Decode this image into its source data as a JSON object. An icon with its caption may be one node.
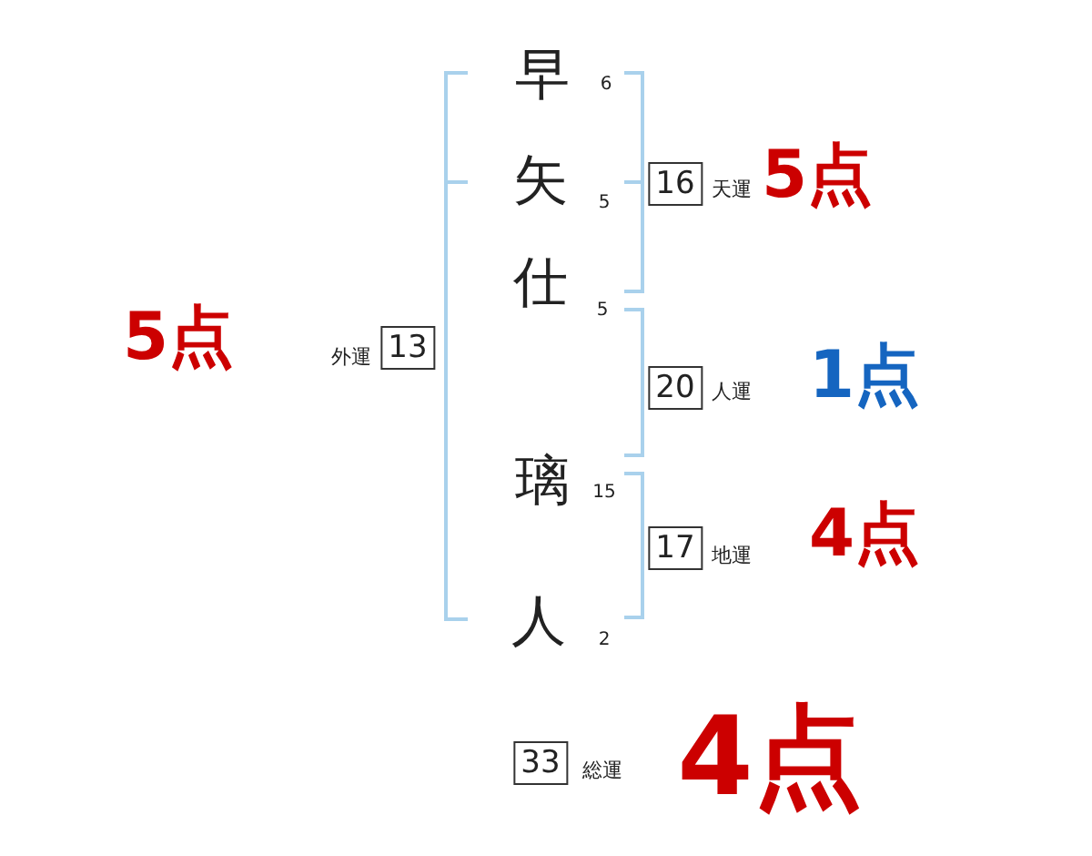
{
  "diagram": {
    "nodes": [
      {
        "text": [
          "16"
        ],
        "beside": [
          "天運",
          "5点"
        ]
      },
      {
        "text": [
          "13"
        ],
        "beside": [
          "外運",
          "5点"
        ]
      },
      {
        "text": [
          "20"
        ],
        "beside": [
          "人運",
          "1点"
        ]
      },
      {
        "text": [
          "17"
        ],
        "beside": [
          "地運",
          "4点"
        ]
      },
      {
        "text": [
          "33"
        ],
        "beside": [
          "総運",
          "4点"
        ]
      }
    ],
    "edges": [],
    "labels": [
      "早",
      "6",
      "矢",
      "5",
      "仕",
      "5",
      "璃",
      "15",
      "人",
      "2"
    ]
  }
}
